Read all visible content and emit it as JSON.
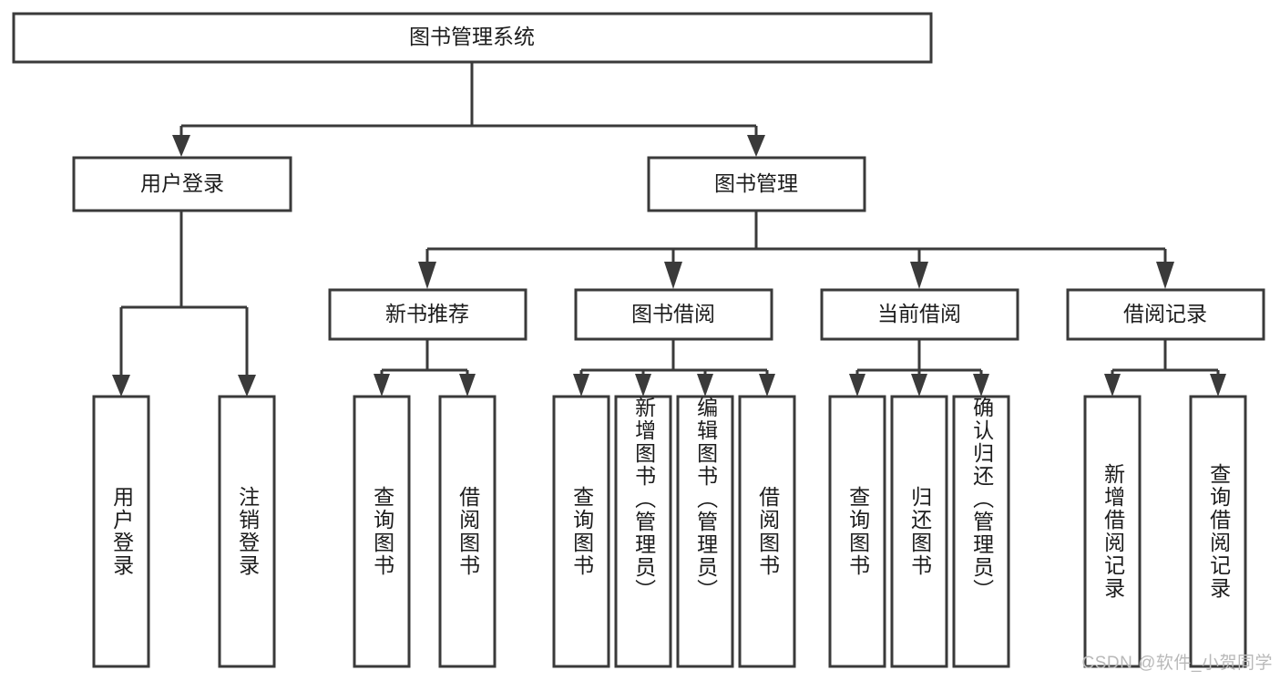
{
  "diagram": {
    "type": "tree-hierarchy",
    "title": "图书管理系统",
    "watermark": "CSDN @软件_小贺同学",
    "colors": {
      "stroke": "#3a3a3a",
      "fill": "#ffffff",
      "text": "#1c1c1c",
      "watermark": "#b9b9b9"
    },
    "root": {
      "label": "图书管理系统"
    },
    "level2": [
      {
        "label": "用户登录"
      },
      {
        "label": "图书管理"
      }
    ],
    "level3": [
      {
        "label": "新书推荐"
      },
      {
        "label": "图书借阅"
      },
      {
        "label": "当前借阅"
      },
      {
        "label": "借阅记录"
      }
    ],
    "leaves": {
      "user_login": [
        {
          "label": "用户登录"
        },
        {
          "label": "注销登录"
        }
      ],
      "new_book_recommend": [
        {
          "label": "查询图书"
        },
        {
          "label": "借阅图书"
        }
      ],
      "book_borrow": [
        {
          "label": "查询图书"
        },
        {
          "label": "新增图书（管理员）"
        },
        {
          "label": "编辑图书（管理员）"
        },
        {
          "label": "借阅图书"
        }
      ],
      "current_borrow": [
        {
          "label": "查询图书"
        },
        {
          "label": "归还图书"
        },
        {
          "label": "确认归还（管理员）"
        }
      ],
      "borrow_record": [
        {
          "label": "新增借阅记录"
        },
        {
          "label": "查询借阅记录"
        }
      ]
    }
  }
}
